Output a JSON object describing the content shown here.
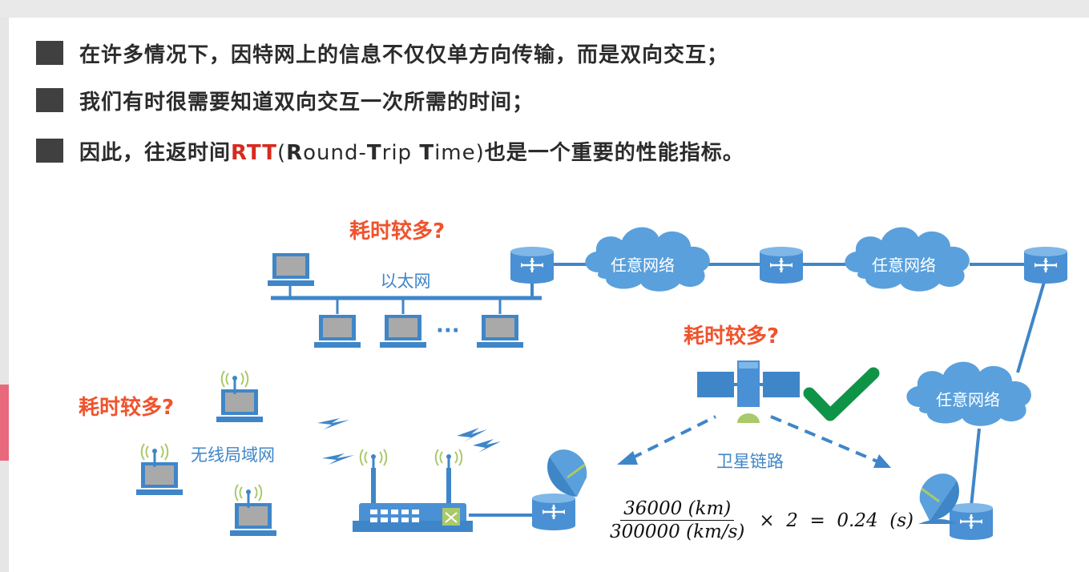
{
  "bullets": [
    {
      "text": "在许多情况下，因特网上的信息不仅仅单方向传输，而是双向交互；"
    },
    {
      "text": "我们有时很需要知道双向交互一次所需的时间；"
    },
    {
      "pre": "因此，往返时间",
      "rtt": "RTT",
      "open": "(",
      "r": "R",
      "ound": "ound-",
      "t": "T",
      "rip": "rip ",
      "t2": "T",
      "ime": "ime)",
      "post": "也是一个重要的性能指标。"
    }
  ],
  "labels": {
    "ethernet": "以太网",
    "wlan": "无线局域网",
    "satellite_link": "卫星链路",
    "cloud1": "任意网络",
    "cloud2": "任意网络",
    "cloud3": "任意网络",
    "dots": "···",
    "time_q1": "耗时较多?",
    "time_q2": "耗时较多?",
    "time_q3": "耗时较多?"
  },
  "formula": {
    "numerator": "36000  (km)",
    "denominator": "300000  (km/s)",
    "rest": "×  2  =  0.24  (s)"
  },
  "colors": {
    "accent_blue": "#3f86c8",
    "cloud_blue": "#5aa0dc",
    "question_orange": "#f0532c",
    "check_green": "#0f9447",
    "rtt_red": "#d62b1f"
  }
}
